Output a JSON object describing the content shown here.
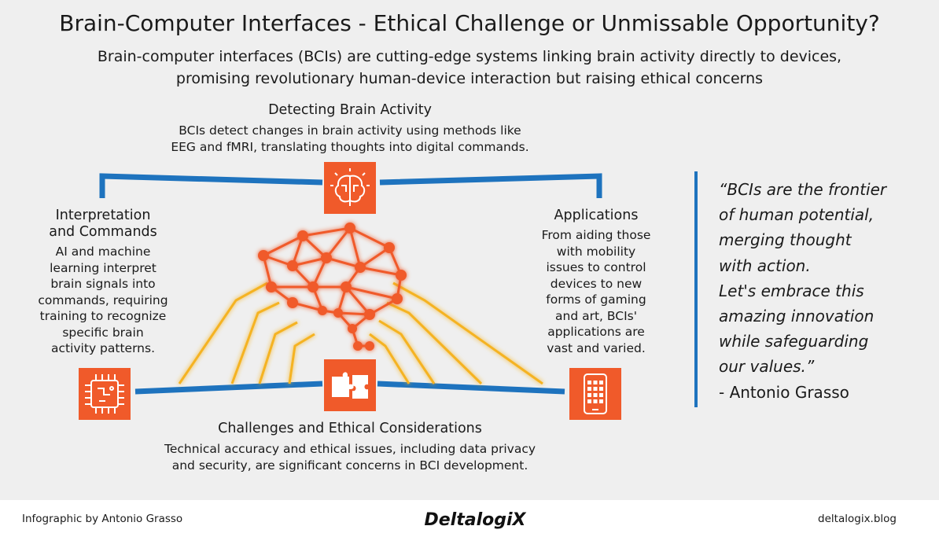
{
  "header": {
    "title": "Brain-Computer Interfaces - Ethical Challenge or Unmissable Opportunity?",
    "subtitle_lines": [
      "Brain-computer interfaces (BCIs) are cutting-edge systems linking brain activity directly to devices,",
      "promising revolutionary human-device interaction but raising ethical concerns"
    ]
  },
  "sections": {
    "detecting": {
      "title_lines": [
        "Detecting Brain Activity"
      ],
      "body_lines": [
        "BCIs detect changes in brain activity using methods like",
        "EEG and fMRI, translating thoughts into digital commands."
      ]
    },
    "interpretation": {
      "title_lines": [
        "Interpretation",
        "and Commands"
      ],
      "body_lines": [
        "AI and machine",
        "learning interpret",
        "brain signals into",
        "commands, requiring",
        "training to recognize",
        "specific brain",
        "activity patterns."
      ]
    },
    "applications": {
      "title_lines": [
        "Applications"
      ],
      "body_lines": [
        "From aiding those",
        "with mobility",
        "issues to control",
        "devices to new",
        "forms of gaming",
        "and art, BCIs'",
        "applications are",
        "vast and varied."
      ]
    },
    "challenges": {
      "title_lines": [
        "Challenges and Ethical Considerations"
      ],
      "body_lines": [
        "Technical accuracy and ethical issues, including data privacy",
        "and security, are significant concerns in BCI development."
      ]
    }
  },
  "quote": {
    "lines": [
      "“BCIs are the frontier",
      "of human potential,",
      "merging thought",
      "with action.",
      "Let's embrace this",
      "amazing innovation",
      "while safeguarding",
      "our values.”"
    ],
    "author": "-  Antonio Grasso"
  },
  "footer": {
    "credit": "Infographic by Antonio Grasso",
    "logo_text": "DeltalogiX",
    "website": "deltalogix.blog"
  },
  "icons": {
    "top": "brain-circuit-icon",
    "left": "microchip-icon",
    "center": "puzzle-piece-icon",
    "right": "smartphone-icon",
    "main": "brain-network-icon"
  },
  "colors": {
    "orange": "#f05a2a",
    "blue": "#1e73be",
    "yellow": "#f5b324",
    "background": "#efefef"
  }
}
